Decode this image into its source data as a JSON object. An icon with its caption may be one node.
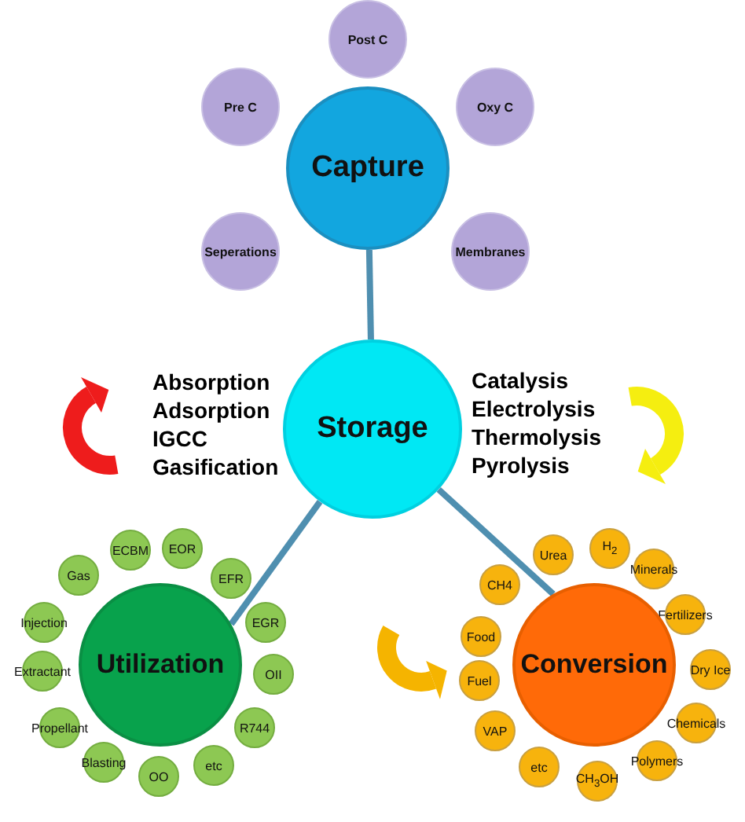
{
  "diagram": {
    "nodes": [
      {
        "text": [
          "Post C"
        ]
      },
      {
        "text": [
          "Pre C"
        ]
      },
      {
        "text": [
          "Oxy C"
        ]
      },
      {
        "text": [
          "Capture"
        ]
      },
      {
        "text": [
          "Seperations"
        ]
      },
      {
        "text": [
          "Membranes"
        ]
      },
      {
        "text": [
          "Storage"
        ],
        "beside": [
          "Absorption",
          "Adsorption",
          "IGCC",
          "Gasification",
          "Catalysis",
          "Electrolysis",
          "Thermolysis",
          "Pyrolysis"
        ]
      },
      {
        "text": [
          "ECBM"
        ]
      },
      {
        "text": [
          "EOR"
        ]
      },
      {
        "text": [
          "Gas"
        ]
      },
      {
        "text": [
          "EFR"
        ]
      },
      {
        "text": [
          "Injection"
        ]
      },
      {
        "text": [
          "EGR"
        ]
      },
      {
        "text": [
          "Utilization"
        ]
      },
      {
        "text": [
          "Extractant"
        ]
      },
      {
        "text": [
          "OII"
        ]
      },
      {
        "text": [
          "Propellant"
        ]
      },
      {
        "text": [
          "R744"
        ]
      },
      {
        "text": [
          "Blasting"
        ]
      },
      {
        "text": [
          "OO"
        ]
      },
      {
        "text": [
          "etc"
        ]
      },
      {
        "text": [
          "H$_{2}$"
        ]
      },
      {
        "text": [
          "Urea"
        ]
      },
      {
        "text": [
          "Minerals"
        ]
      },
      {
        "text": [
          "CH4"
        ]
      },
      {
        "text": [
          "Food"
        ]
      },
      {
        "text": [
          "Fertilizers"
        ]
      },
      {
        "text": [
          "Conversion"
        ]
      },
      {
        "text": [
          "Fuel"
        ]
      },
      {
        "text": [
          "Dry Ice"
        ]
      },
      {
        "text": [
          "VAP"
        ]
      },
      {
        "text": [
          "Chemicals"
        ]
      },
      {
        "text": [
          "Polymers"
        ]
      },
      {
        "text": [
          "etc"
        ]
      },
      {
        "text": [
          "CH$_{3}$OH"
        ]
      }
    ],
    "edges": [
      {
        "from": 3,
        "to": 6,
        "arrow": "none"
      },
      {
        "from": 6,
        "to": 13,
        "arrow": "none"
      },
      {
        "from": 6,
        "to": 27,
        "arrow": "none"
      }
    ]
  }
}
